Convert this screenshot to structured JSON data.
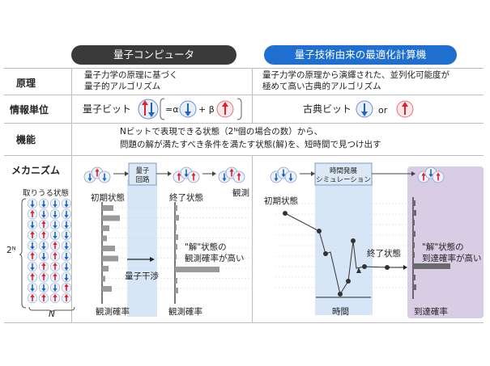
{
  "headers": {
    "quantum": "量子コンピュータ",
    "annealer": "量子技術由来の最適化計算機"
  },
  "rows": {
    "principle": {
      "label": "原理",
      "quantum_line1": "量子力学の原理に基づく",
      "quantum_line2": "量子的アルゴリズム",
      "annealer_line1": "量子力学の原理から演繹された、並列化可能度が",
      "annealer_line2": "極めて高い古典的アルゴリズム"
    },
    "info_unit": {
      "label": "情報単位",
      "quantum_text": "量子ビット",
      "alpha": "=α",
      "plus": "+ β",
      "annealer_text": "古典ビット",
      "or": "or"
    },
    "function": {
      "label": "機能",
      "line1": "Nビットで表現できる状態（2ᴺ個の場合の数）から、",
      "line2": "問題の解が満たすべき条件を満たす状態(解)を、短時間で見つけ出す"
    },
    "mechanism": {
      "label": "メカニズム",
      "possible_states": "取りうる状態",
      "two_n": "2ᴺ",
      "n": "N",
      "q_box_line1": "量子",
      "q_box_line2": "回路",
      "observe": "観測",
      "initial_state": "初期状態",
      "final_state": "終了状態",
      "interference": "量子干渉",
      "solution_line1": "\"解\"状態の",
      "solution_line2": "観測確率が高い",
      "obs_prob": "観測確率",
      "a_initial_state": "初期状態",
      "a_box_line1": "時間発展",
      "a_box_line2": "シミュレーション",
      "a_final_state": "終了状態",
      "time": "時間",
      "a_solution_line1": "\"解\"状態の",
      "a_solution_line2": "到達確率が高い",
      "reach_prob": "到達確率"
    }
  },
  "colors": {
    "quantum_header": "#3a3a3a",
    "annealer_header": "#1f6fd1",
    "up_arrow": "#e0202a",
    "down_arrow": "#1e63c8",
    "blue_band": "#d6e6f7",
    "purple_band": "#d9cde6",
    "bar": "#9a9a9a"
  },
  "icons": [
    "up-arrow-icon",
    "down-arrow-icon",
    "right-arrow-icon"
  ]
}
